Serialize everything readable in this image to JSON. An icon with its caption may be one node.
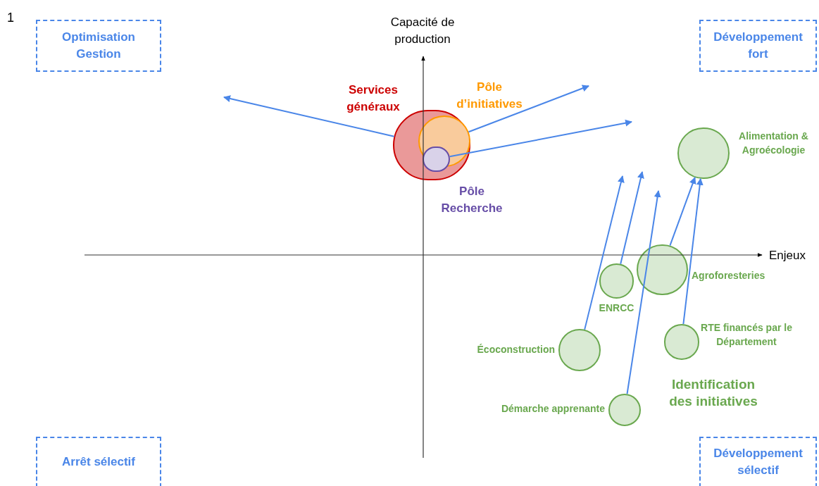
{
  "diagram": {
    "nodes": [
      {
        "text": [
          "Optimisation Gestion"
        ]
      },
      {
        "text": [
          "Développement fort"
        ]
      },
      {
        "text": [
          "Arrêt sélectif"
        ]
      },
      {
        "text": [
          "Développement sélectif"
        ]
      },
      {
        "text": [],
        "shape": "circle",
        "beside": [
          "Services généraux"
        ]
      },
      {
        "text": [],
        "shape": "circle",
        "beside": [
          "Pôle d’initiatives"
        ],
        "in": 4
      },
      {
        "text": [],
        "shape": "circle",
        "in": 4
      },
      {
        "text": [],
        "shape": "circle",
        "beside": [
          "Alimentation & Agroécologie"
        ]
      },
      {
        "text": [],
        "shape": "circle",
        "beside": [
          "Agroforesteries"
        ]
      },
      {
        "text": [],
        "shape": "circle",
        "beside": [
          "ENRCC"
        ]
      },
      {
        "text": [],
        "shape": "circle",
        "beside": [
          "RTE financés par le Département"
        ]
      },
      {
        "text": [],
        "shape": "circle",
        "beside": [
          "Écoconstruction"
        ]
      },
      {
        "text": [],
        "shape": "circle",
        "beside": [
          "Démarche apprenante"
        ]
      }
    ],
    "edges": [
      {
        "from": 4,
        "to": null,
        "arrow": "to"
      },
      {
        "from": 5,
        "to": null,
        "arrow": "to"
      },
      {
        "from": 6,
        "to": null,
        "arrow": "to"
      },
      {
        "from": 11,
        "to": null,
        "arrow": "to"
      },
      {
        "from": 9,
        "to": null,
        "arrow": "to"
      },
      {
        "from": 12,
        "to": null,
        "arrow": "to"
      },
      {
        "from": 8,
        "to": 7,
        "arrow": "to"
      },
      {
        "from": 10,
        "to": 7,
        "arrow": "to"
      }
    ],
    "labels": [
      "1",
      "Capacité de production",
      "Pôle Recherche",
      "Enjeux",
      "Identification des initiatives"
    ]
  }
}
